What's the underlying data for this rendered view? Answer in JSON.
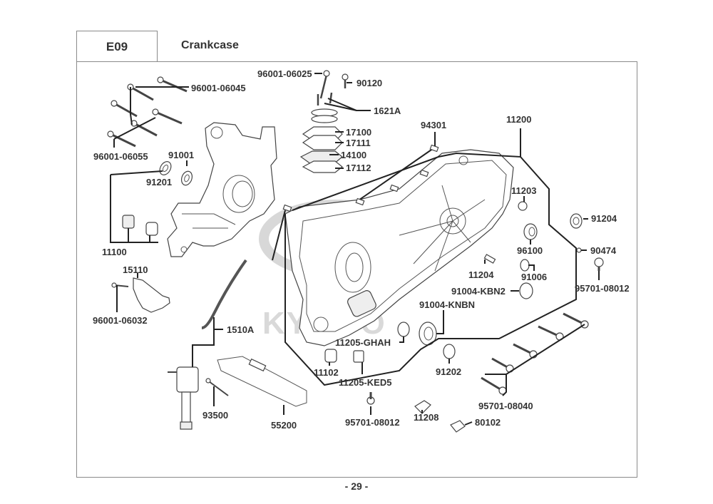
{
  "header": {
    "section_code": "E09",
    "title": "Crankcase"
  },
  "watermark": "KYMCO",
  "page_number": "- 29 -",
  "parts": {
    "p96001_06025": "96001-06025",
    "p90120": "90120",
    "p1621A": "1621A",
    "p17100": "17100",
    "p17111": "17111",
    "p14100": "14100",
    "p17112": "17112",
    "p96001_06045": "96001-06045",
    "p96001_06055": "96001-06055",
    "p91001": "91001",
    "p91201": "91201",
    "p11100": "11100",
    "p15110": "15110",
    "p96001_06032": "96001-06032",
    "p1510A": "1510A",
    "p94301": "94301",
    "p11200": "11200",
    "p11203": "11203",
    "p91204": "91204",
    "p96100": "96100",
    "p90474": "90474",
    "p11204": "11204",
    "p91006": "91006",
    "p95701_08012_r": "95701-08012",
    "p91004_KBN2": "91004-KBN2",
    "p91004_KNBN": "91004-KNBN",
    "p11205_GHAH": "11205-GHAH",
    "p11102": "11102",
    "p11205_KED5": "11205-KED5",
    "p91202": "91202",
    "p93500": "93500",
    "p55200": "55200",
    "p95701_08012_b": "95701-08012",
    "p11208": "11208",
    "p95701_08040": "95701-08040",
    "p80102": "80102"
  }
}
